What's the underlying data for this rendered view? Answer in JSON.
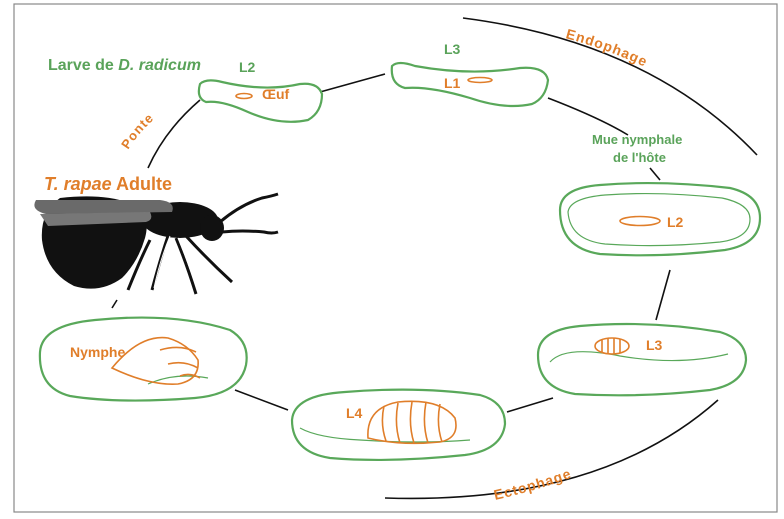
{
  "colors": {
    "green": "#5aa35a",
    "orange": "#e07e2a",
    "black": "#111111",
    "frame": "#888888"
  },
  "host": {
    "label_prefix": "Larve de ",
    "species": "D. radicum"
  },
  "parasitoid": {
    "species": "T. rapae",
    "stage": "Adulte"
  },
  "stages": {
    "l2_top": "L2",
    "oeuf": "Œuf",
    "l3_top": "L3",
    "l1": "L1",
    "mue_line1": "Mue nymphale",
    "mue_line2": "de l'hôte",
    "l2_pupa": "L2",
    "l3_pupa": "L3",
    "l4": "L4",
    "nymphe": "Nymphe"
  },
  "phases": {
    "ponte": "Ponte",
    "endophage": "Endophage",
    "ectophage": "Ectophage"
  }
}
